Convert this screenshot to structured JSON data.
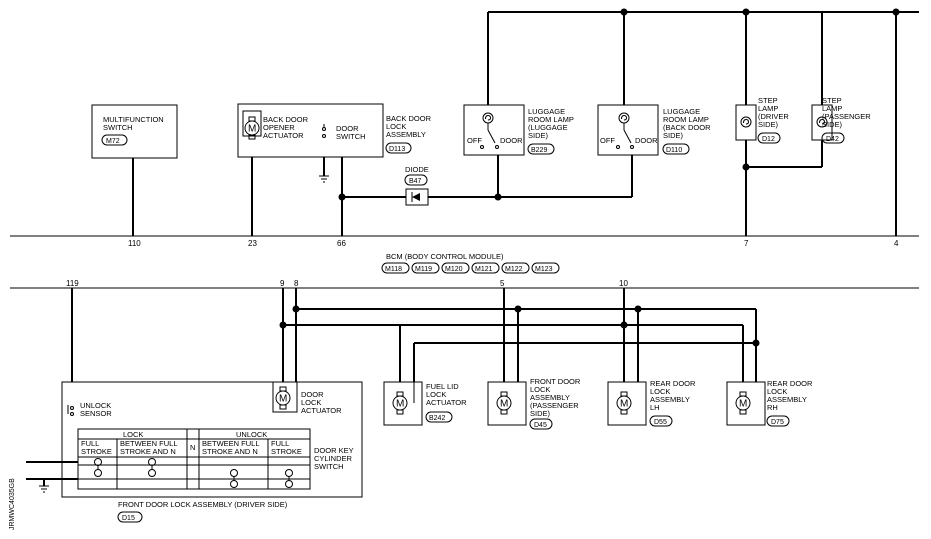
{
  "components": {
    "multifunction_switch": {
      "lines": [
        "MULTIFUNCTION",
        "SWITCH"
      ],
      "connector": "M72"
    },
    "back_door_opener": {
      "lines": [
        "BACK DOOR",
        "OPENER",
        "ACTUATOR"
      ]
    },
    "door_switch": {
      "lines": [
        "DOOR",
        "SWITCH"
      ]
    },
    "back_door_lock_assembly": {
      "lines": [
        "BACK DOOR",
        "LOCK",
        "ASSEMBLY"
      ],
      "connector": "D113"
    },
    "diode": {
      "label": "DIODE",
      "connector": "B47"
    },
    "luggage_lamp_1": {
      "lines": [
        "LUGGAGE",
        "ROOM LAMP",
        "(LUGGAGE",
        "SIDE)"
      ],
      "connector": "B229",
      "off": "OFF",
      "door": "DOOR"
    },
    "luggage_lamp_2": {
      "lines": [
        "LUGGAGE",
        "ROOM LAMP",
        "(BACK DOOR",
        "SIDE)"
      ],
      "connector": "D110",
      "off": "OFF",
      "door": "DOOR"
    },
    "step_lamp_driver": {
      "lines": [
        "STEP",
        "LAMP",
        "(DRIVER",
        "SIDE)"
      ],
      "connector": "D12"
    },
    "step_lamp_passenger": {
      "lines": [
        "STEP",
        "LAMP",
        "(PASSENGER",
        "SIDE)"
      ],
      "connector": "D42"
    },
    "bcm": {
      "title": "BCM (BODY CONTROL MODULE)",
      "connectors": [
        "M118",
        "M119",
        "M120",
        "M121",
        "M122",
        "M123"
      ]
    },
    "fuel_lid": {
      "lines": [
        "FUEL LID",
        "LOCK",
        "ACTUATOR"
      ],
      "connector": "B242"
    },
    "front_door_pass": {
      "lines": [
        "FRONT DOOR",
        "LOCK",
        "ASSEMBLY",
        "(PASSENGER",
        "SIDE)"
      ],
      "connector": "D45"
    },
    "rear_door_lh": {
      "lines": [
        "REAR DOOR",
        "LOCK",
        "ASSEMBLY",
        "LH"
      ],
      "connector": "D55"
    },
    "rear_door_rh": {
      "lines": [
        "REAR DOOR",
        "LOCK",
        "ASSEMBLY",
        "RH"
      ],
      "connector": "D75"
    },
    "unlock_sensor": {
      "lines": [
        "UNLOCK",
        "SENSOR"
      ]
    },
    "door_lock_actuator": {
      "lines": [
        "DOOR",
        "LOCK",
        "ACTUATOR"
      ]
    },
    "key_cylinder_switch": {
      "lines": [
        "DOOR KEY",
        "CYLINDER",
        "SWITCH"
      ]
    },
    "front_door_driver": {
      "title": "FRONT DOOR LOCK ASSEMBLY (DRIVER SIDE)",
      "connector": "D15"
    }
  },
  "pins_top": [
    "110",
    "23",
    "66",
    "7",
    "4"
  ],
  "pins_bottom": [
    "119",
    "9",
    "8",
    "5",
    "10"
  ],
  "switch_table": {
    "lock": "LOCK",
    "unlock": "UNLOCK",
    "neutral": "N",
    "lock_full": [
      "FULL",
      "STROKE"
    ],
    "lock_between": [
      "BETWEEN FULL",
      "STROKE AND N"
    ],
    "unlock_between": [
      "BETWEEN FULL",
      "STROKE AND N"
    ],
    "unlock_full": [
      "FULL",
      "STROKE"
    ]
  },
  "figure_code": "JRMWC4035GB"
}
